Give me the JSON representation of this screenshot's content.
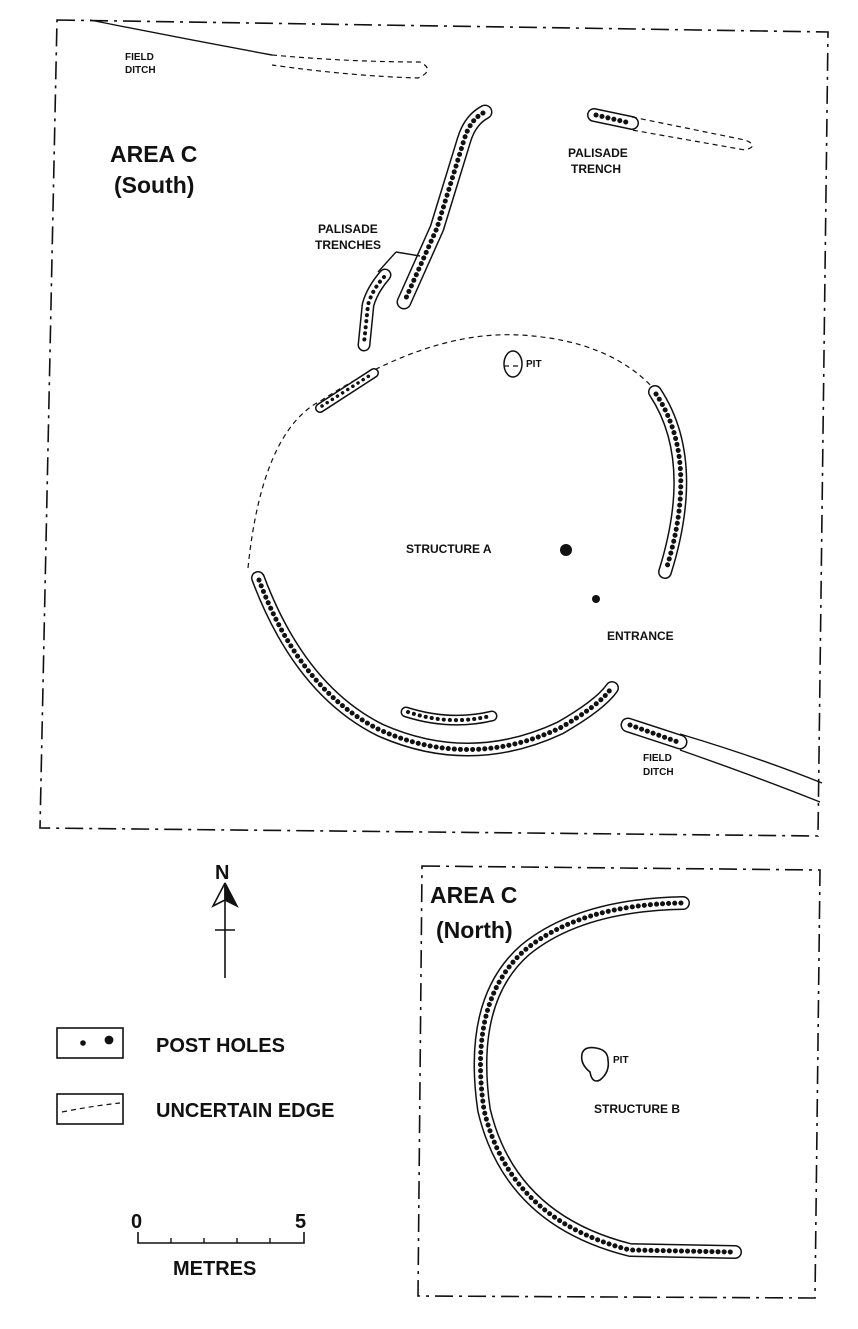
{
  "labels": {
    "area_south_line1": "AREA C",
    "area_south_line2": "(South)",
    "area_north_line1": "AREA C",
    "area_north_line2": "(North)",
    "field_ditch_top_line1": "FIELD",
    "field_ditch_top_line2": "DITCH",
    "palisade_trench_line1": "PALISADE",
    "palisade_trench_line2": "TRENCH",
    "palisade_trenches_line1": "PALISADE",
    "palisade_trenches_line2": "TRENCHES",
    "pit_south": "PIT",
    "structure_a": "STRUCTURE A",
    "entrance": "ENTRANCE",
    "field_ditch_bottom_line1": "FIELD",
    "field_ditch_bottom_line2": "DITCH",
    "pit_north": "PIT",
    "structure_b": "STRUCTURE B",
    "north_arrow": "N"
  },
  "legend": {
    "post_holes": "POST HOLES",
    "uncertain_edge": "UNCERTAIN EDGE"
  },
  "scale_bar": {
    "min": "0",
    "max": "5",
    "unit": "METRES"
  },
  "colors": {
    "ink": "#111111",
    "paper": "#ffffff"
  }
}
